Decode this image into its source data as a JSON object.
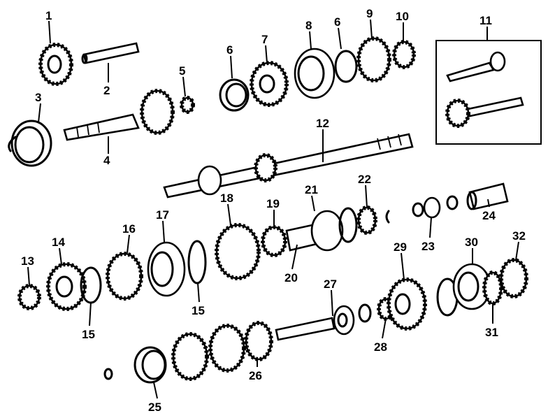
{
  "callouts": {
    "c1": "1",
    "c2": "2",
    "c3": "3",
    "c4": "4",
    "c5": "5",
    "c6a": "6",
    "c6b": "6",
    "c7": "7",
    "c8": "8",
    "c9": "9",
    "c10": "10",
    "c11": "11",
    "c12": "12",
    "c13": "13",
    "c14": "14",
    "c15a": "15",
    "c15b": "15",
    "c16": "16",
    "c17": "17",
    "c18": "18",
    "c19": "19",
    "c20": "20",
    "c21": "21",
    "c22": "22",
    "c23": "23",
    "c24": "24",
    "c25": "25",
    "c26": "26",
    "c27": "27",
    "c28": "28",
    "c29": "29",
    "c30": "30",
    "c31": "31",
    "c32": "32"
  }
}
